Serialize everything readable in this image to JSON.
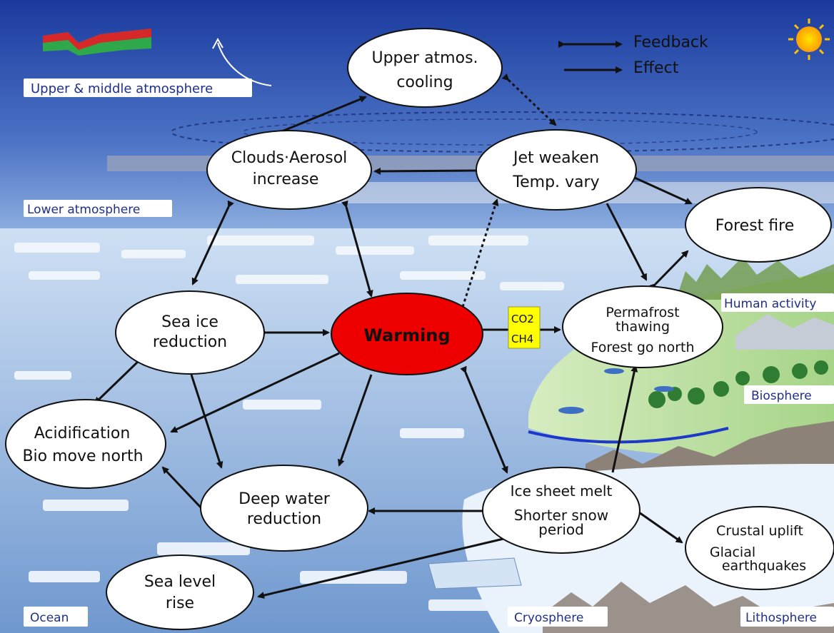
{
  "legend": {
    "feedback_label": "Feedback",
    "effect_label": "Effect"
  },
  "regions": {
    "upper_middle_atmosphere": "Upper & middle atmosphere",
    "lower_atmosphere": "Lower atmosphere",
    "human_activity": "Human activity",
    "biosphere": "Biosphere",
    "ocean": "Ocean",
    "cryosphere": "Cryosphere",
    "lithosphere": "Lithosphere"
  },
  "nodes": {
    "upper_atmos_cooling": [
      "Upper atmos.",
      "cooling"
    ],
    "clouds_aerosol": [
      "Clouds·Aerosol",
      "increase"
    ],
    "jet_weaken": [
      "Jet weaken",
      "Temp. vary"
    ],
    "forest_fire": [
      "Forest fire"
    ],
    "sea_ice_reduction": [
      "Sea ice",
      "reduction"
    ],
    "warming": [
      "Warming"
    ],
    "permafrost": [
      "Permafrost",
      "thawing",
      "Forest go north"
    ],
    "acidification": [
      "Acidification",
      "Bio move north"
    ],
    "deep_water": [
      "Deep water",
      "reduction"
    ],
    "ice_sheet_melt": [
      "Ice sheet melt",
      "Shorter snow",
      "period"
    ],
    "crustal_uplift": [
      "Crustal uplift",
      "Glacial",
      "earthquakes"
    ],
    "sea_level_rise": [
      "Sea level",
      "rise"
    ]
  },
  "gas_labels": {
    "co2": "CO2",
    "ch4": "CH4"
  },
  "colors": {
    "warming_fill": "#ee0000",
    "node_fill": "#ffffff",
    "gas_box": "#ffff00",
    "region_text": "#1f2f8a",
    "sky_top": "#1a3a9e",
    "ocean": "#a9c6e8"
  }
}
